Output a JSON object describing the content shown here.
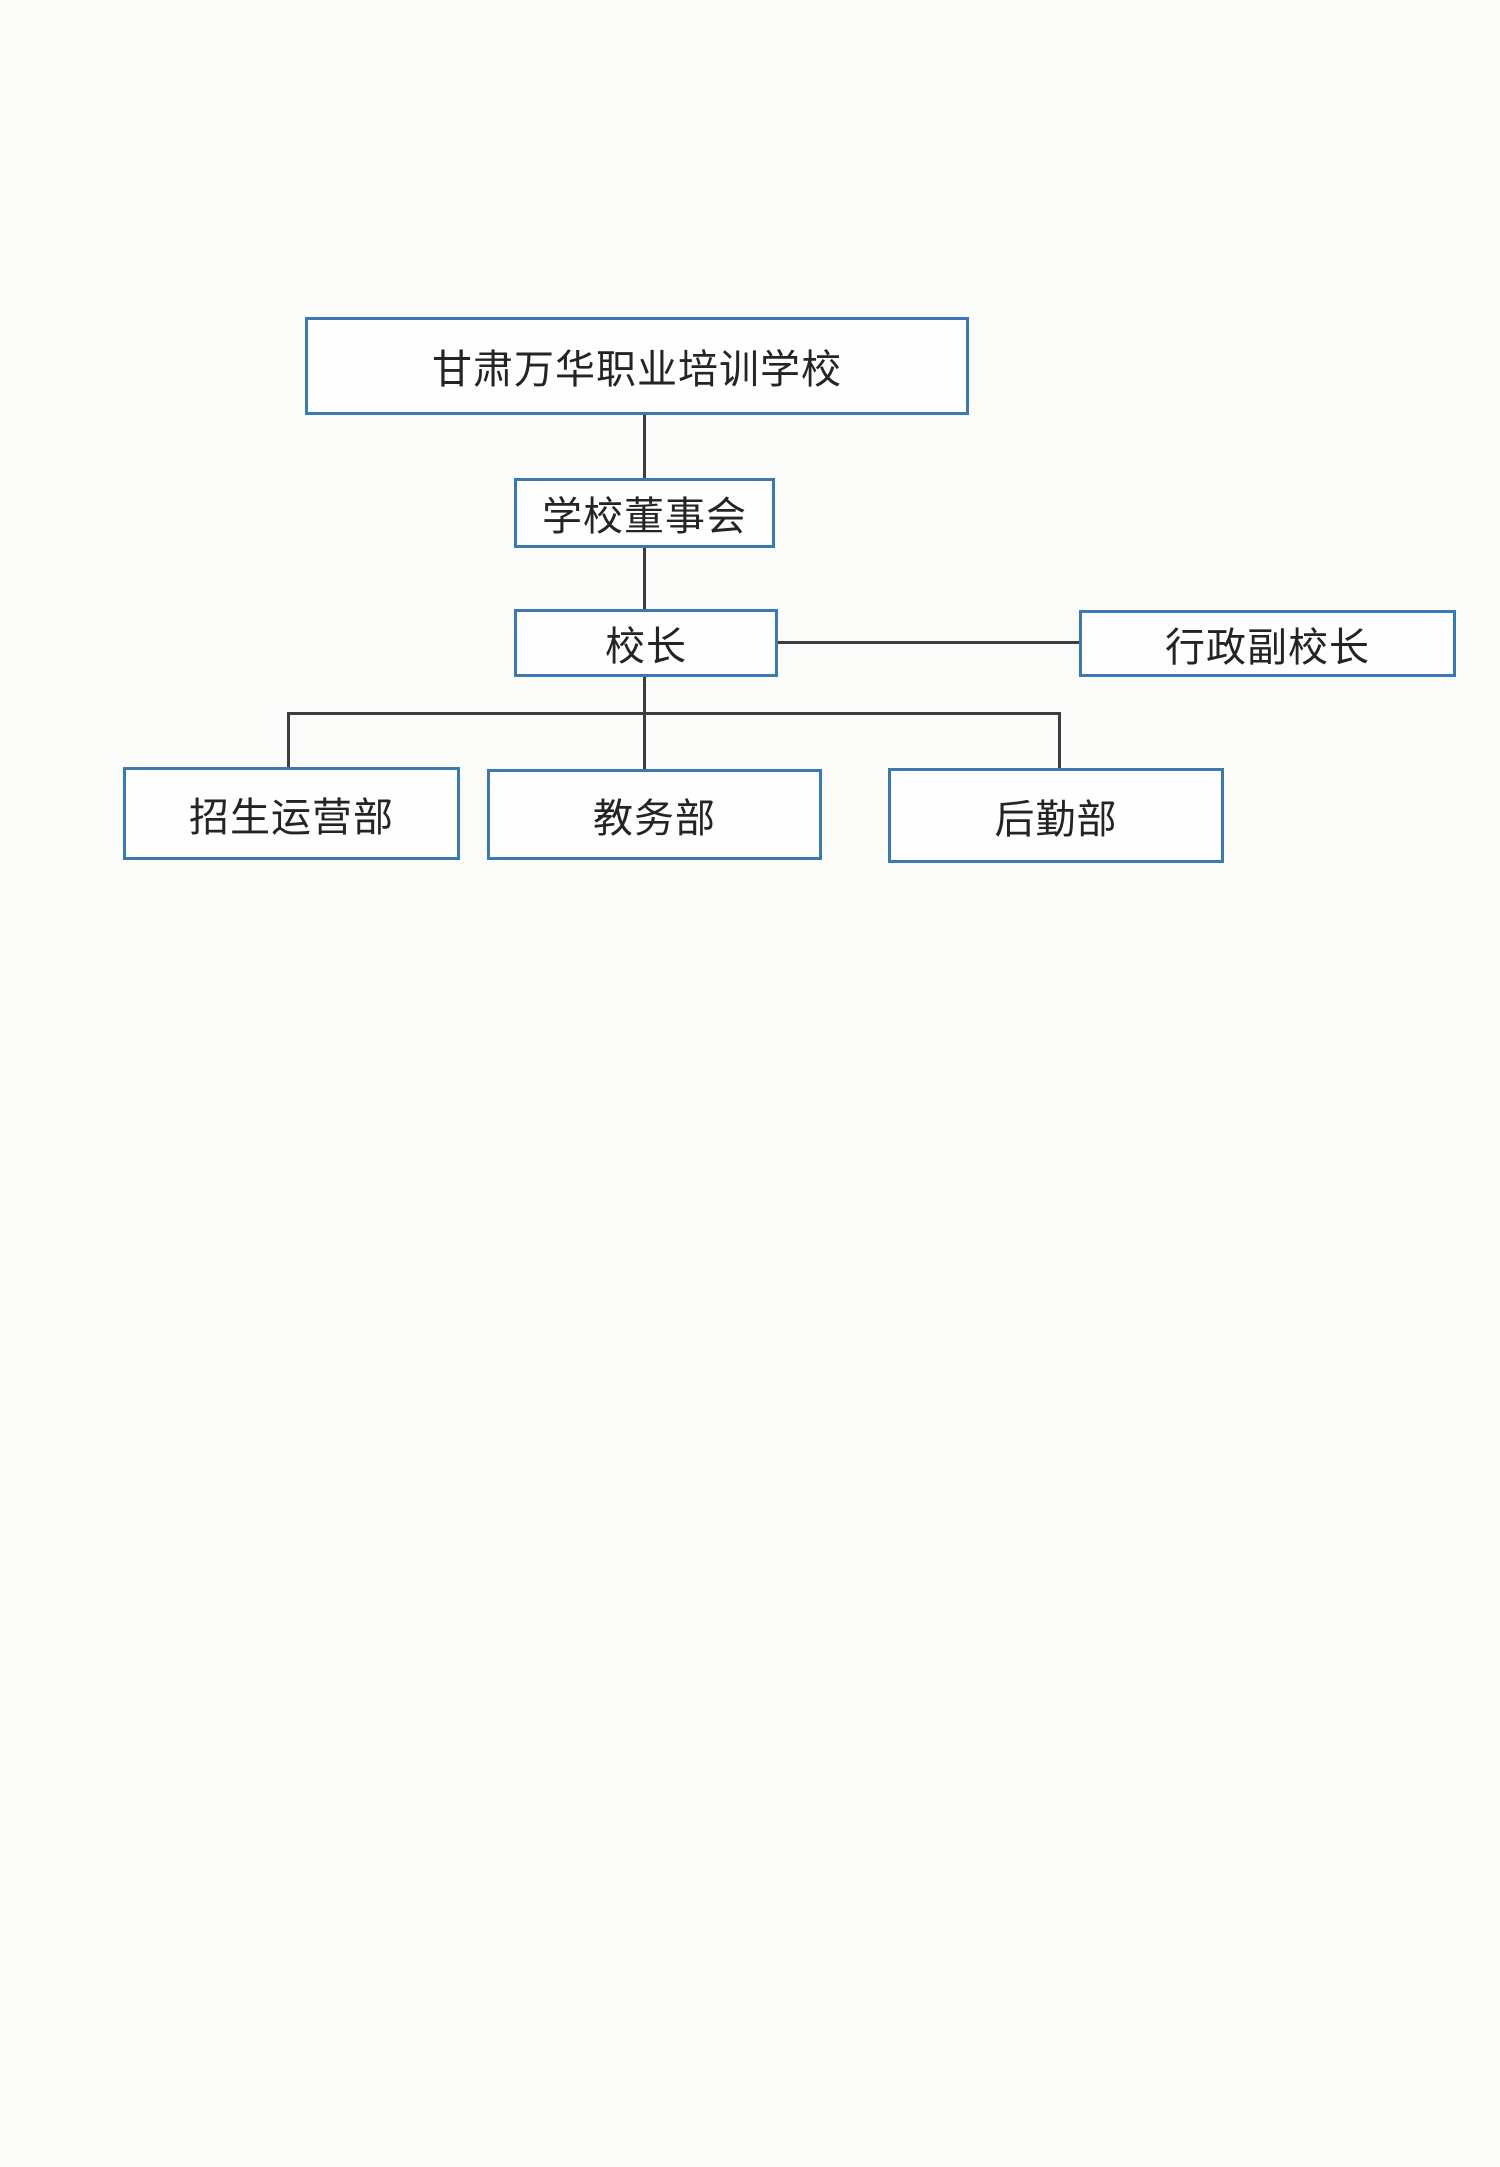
{
  "diagram": {
    "type": "org-chart",
    "nodes": {
      "school": {
        "label": "甘肃万华职业培训学校"
      },
      "board": {
        "label": "学校董事会"
      },
      "principal": {
        "label": "校长"
      },
      "vice_principal": {
        "label": "行政副校长"
      },
      "admissions": {
        "label": "招生运营部"
      },
      "academic": {
        "label": "教务部"
      },
      "logistics": {
        "label": "后勤部"
      }
    },
    "edges": [
      {
        "from": "school",
        "to": "board"
      },
      {
        "from": "board",
        "to": "principal"
      },
      {
        "from": "principal",
        "to": "vice_principal"
      },
      {
        "from": "principal",
        "to": "admissions"
      },
      {
        "from": "principal",
        "to": "academic"
      },
      {
        "from": "principal",
        "to": "logistics"
      }
    ],
    "colors": {
      "box_border": "#3a7ab0",
      "box_fill": "#fefefe",
      "connector_line": "#3d3d3d",
      "text": "#242424",
      "background": "#fbfbfa"
    }
  }
}
